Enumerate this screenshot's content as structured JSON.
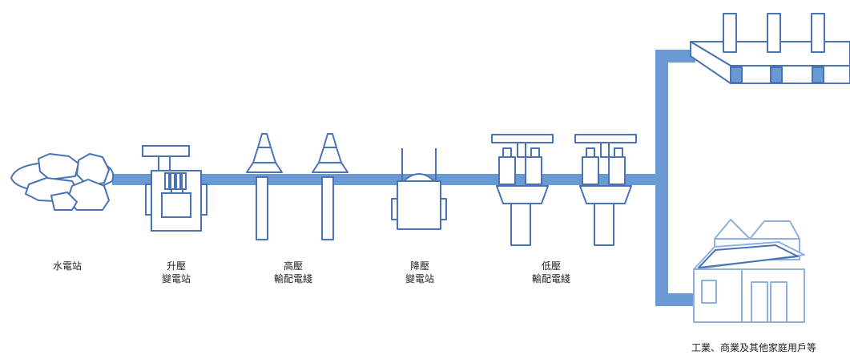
{
  "stages": [
    {
      "id": "hydro",
      "label_lines": [
        "水電站"
      ]
    },
    {
      "id": "step-up",
      "label_lines": [
        "升壓",
        "變電站"
      ]
    },
    {
      "id": "high-voltage",
      "label_lines": [
        "高壓",
        "輸配電綫"
      ]
    },
    {
      "id": "step-down",
      "label_lines": [
        "降壓",
        "變電站"
      ]
    },
    {
      "id": "low-voltage",
      "label_lines": [
        "低壓",
        "輸配電綫"
      ]
    },
    {
      "id": "consumers",
      "label_lines": [
        "工業、商業及其他家庭用戶等"
      ]
    }
  ],
  "colors": {
    "line": "#6a9ad3",
    "stroke": "#4a73b5",
    "stroke_light": "#8fb1de",
    "fill": "#ffffff"
  }
}
